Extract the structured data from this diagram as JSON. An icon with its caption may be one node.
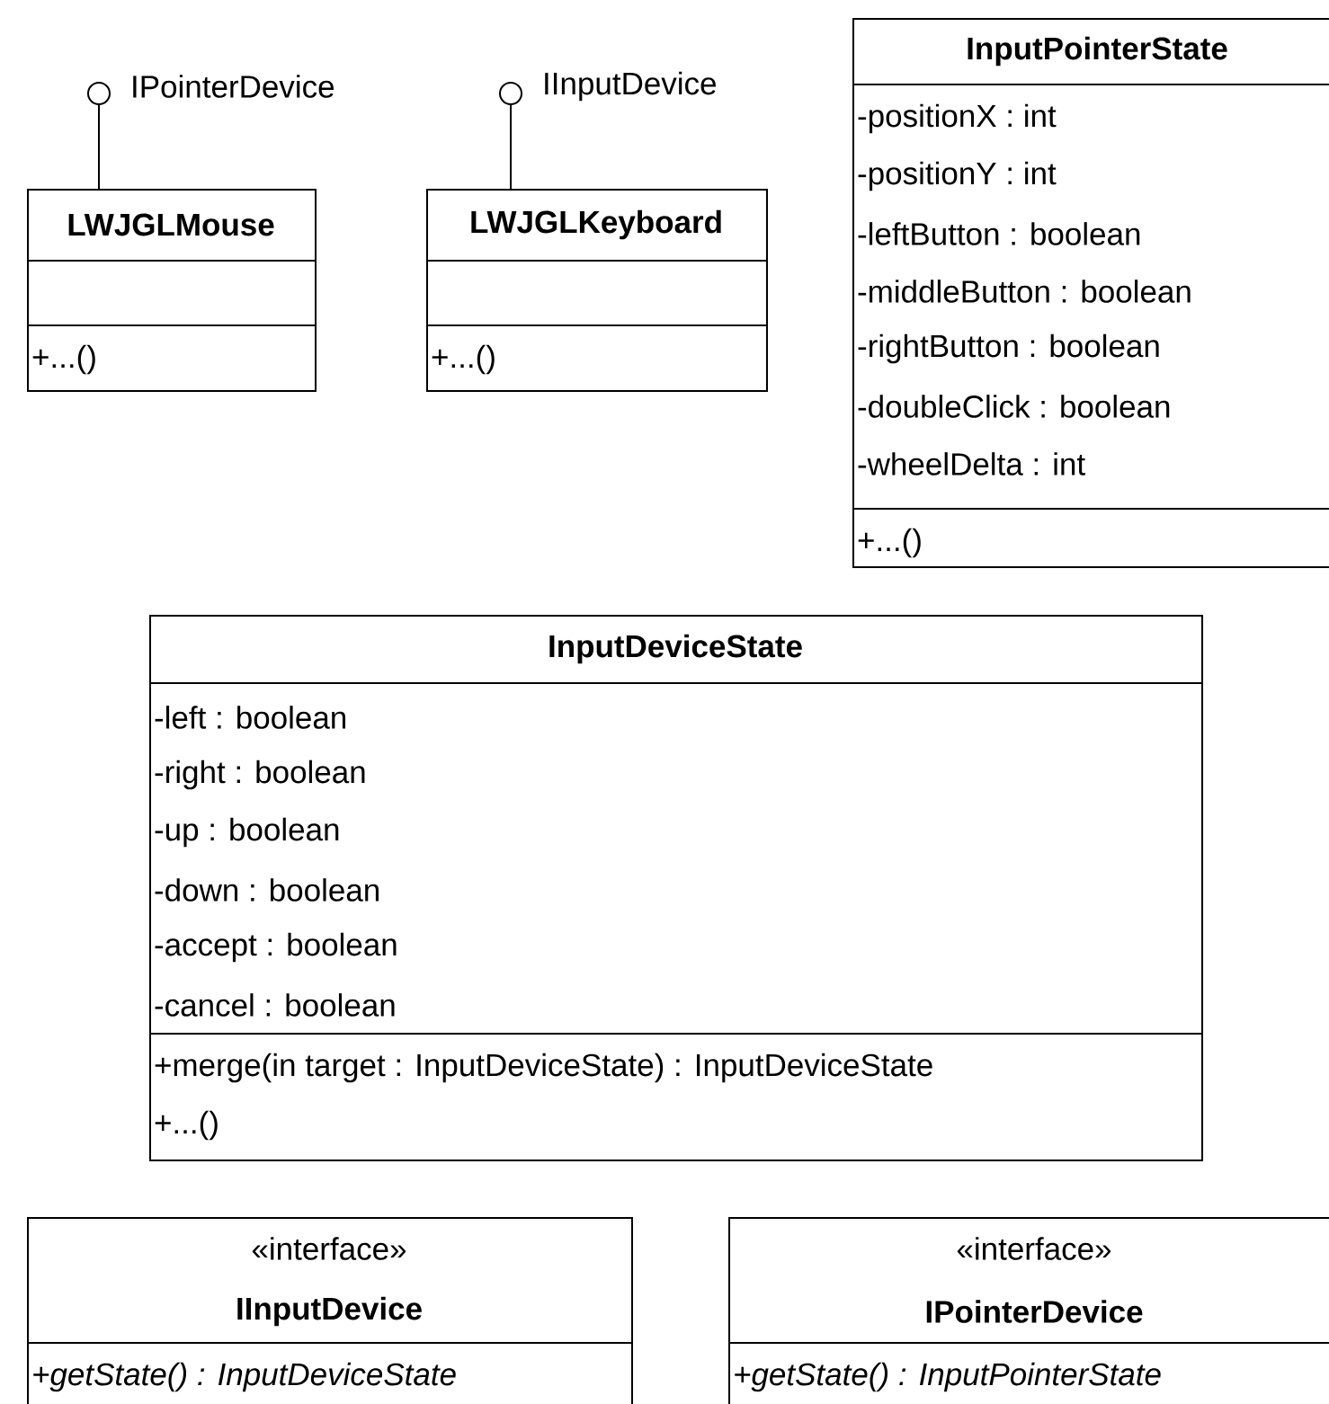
{
  "diagram": {
    "nodes": [
      {
        "text": [
          "LWJGLMouse",
          "+...()"
        ]
      },
      {
        "text": [],
        "shape": "circle",
        "beside": [
          "IPointerDevice"
        ]
      },
      {
        "text": [
          "LWJGLKeyboard",
          "+...()"
        ]
      },
      {
        "text": [],
        "shape": "circle",
        "beside": [
          "IInputDevice"
        ]
      },
      {
        "text": [
          "InputPointerState",
          "-positionX : int",
          "-positionY : int",
          "-leftButton : boolean",
          "-middleButton : boolean",
          "-rightButton : boolean",
          "-doubleClick : boolean",
          "-wheelDelta : int",
          "+...()"
        ]
      },
      {
        "text": [
          "InputDeviceState",
          "-left : boolean",
          "-right : boolean",
          "-up : boolean",
          "-down : boolean",
          "-accept : boolean",
          "-cancel : boolean",
          "+merge(in target : InputDeviceState) : InputDeviceState",
          "+...()"
        ]
      },
      {
        "text": [
          "«interface»",
          "IInputDevice",
          "+getState() : InputDeviceState"
        ]
      },
      {
        "text": [
          "«interface»",
          "IPointerDevice",
          "+getState() : InputPointerState"
        ]
      }
    ],
    "edges": [
      {
        "from": 0,
        "to": 1,
        "arrow": "none"
      },
      {
        "from": 2,
        "to": 3,
        "arrow": "none"
      }
    ]
  }
}
